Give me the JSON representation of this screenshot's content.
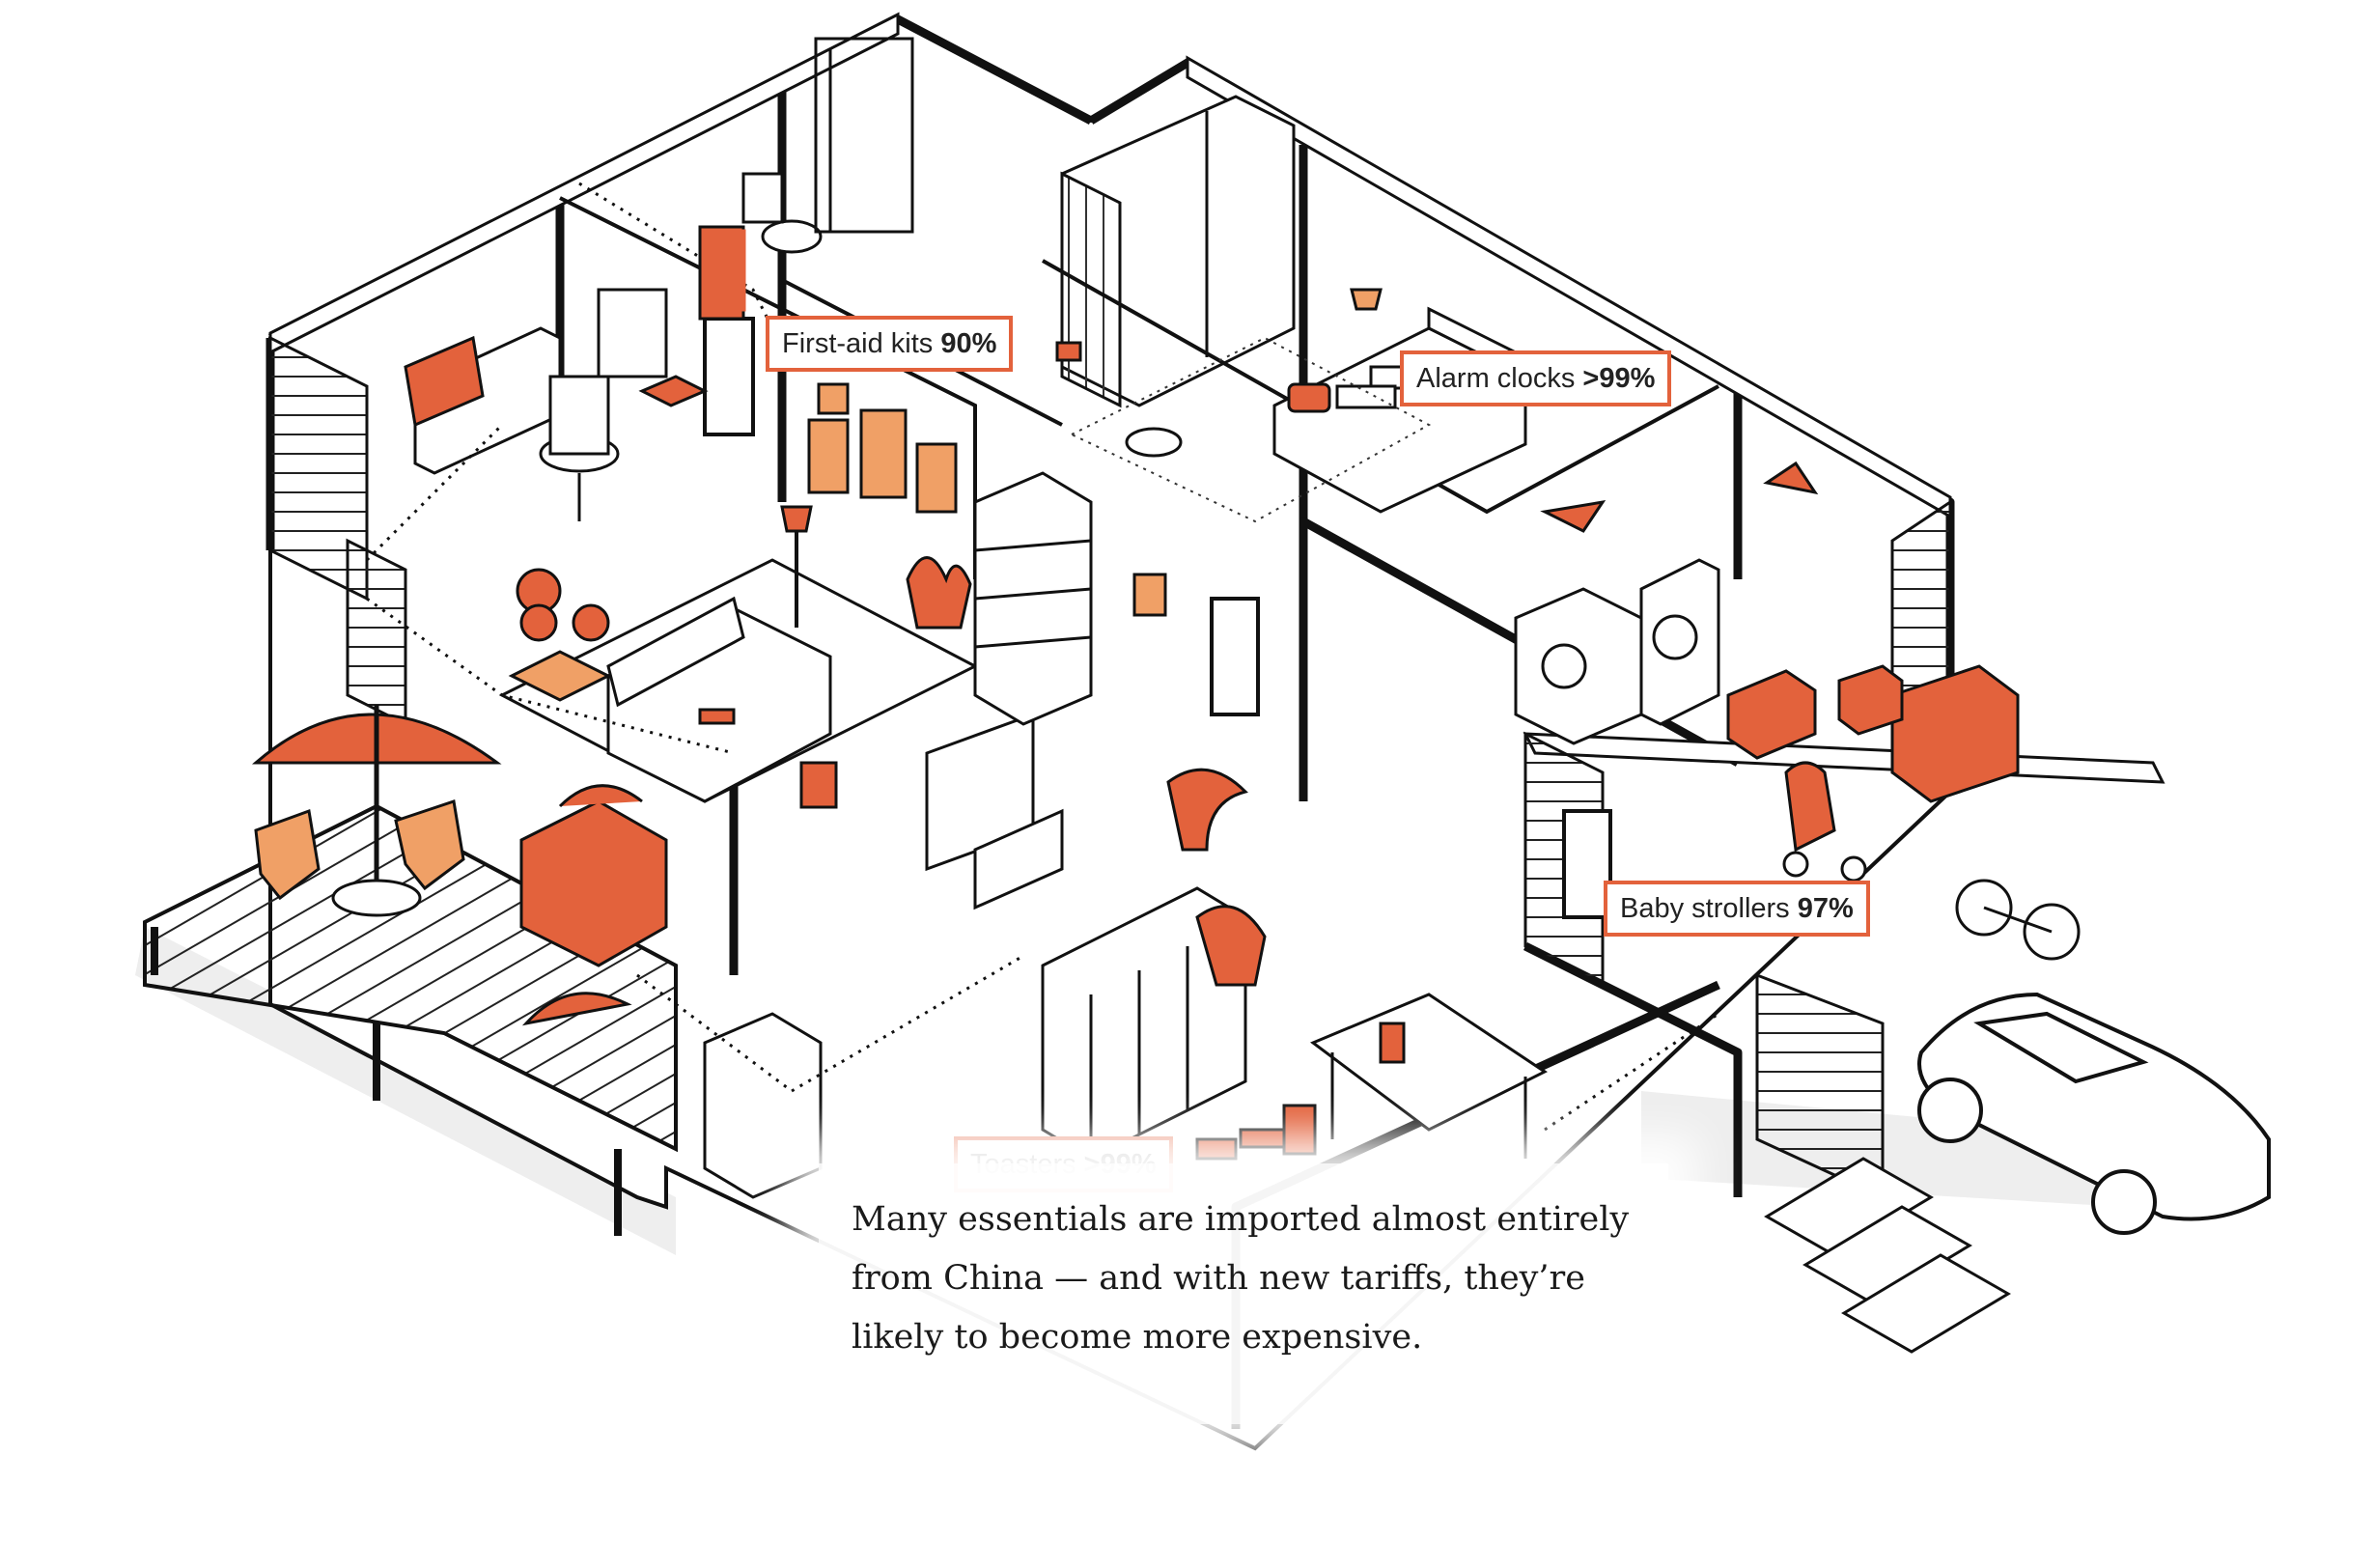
{
  "labels": {
    "first_aid": {
      "name": "First-aid kits",
      "value": "90%"
    },
    "alarm": {
      "name": "Alarm clocks",
      "value": ">99%"
    },
    "stroller": {
      "name": "Baby strollers",
      "value": "97%"
    },
    "toaster": {
      "name": "Toasters",
      "value": ">99%"
    }
  },
  "caption": "Many essentials are imported almost entirely from China — and with new tariffs, they’re likely to become more expensive.",
  "colors": {
    "accent": "#e3623c",
    "accent_light": "#f0a066",
    "ink": "#111111",
    "paper": "#ffffff"
  }
}
